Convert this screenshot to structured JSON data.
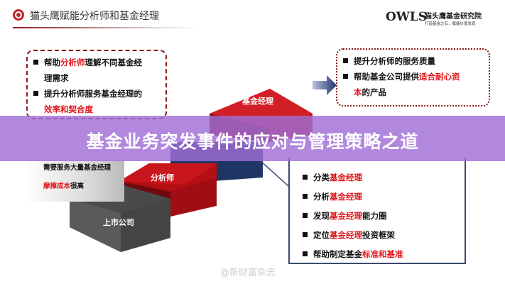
{
  "header": {
    "title": "猫头鹰赋能分析师和基金经理"
  },
  "logo": {
    "mark": "OWLS",
    "name": "猫头鹰基金研究院",
    "slogan": "打造基金之石，赋能价值发现"
  },
  "left_box": {
    "items": [
      [
        {
          "t": "帮助"
        },
        {
          "t": "分析师",
          "red": true
        },
        {
          "t": "理解不同基金经"
        }
      ],
      [
        {
          "t": "理需求"
        }
      ],
      [
        {
          "t": "提升分析师服务基金经理的"
        }
      ],
      [
        {
          "t": "效率和契合度",
          "red": true
        }
      ]
    ]
  },
  "right_box": {
    "items": [
      [
        {
          "t": "提升分析师的服务质量"
        }
      ],
      [
        {
          "t": "帮助基金公司提供"
        },
        {
          "t": "适合耐心资",
          "red": true
        }
      ],
      [
        {
          "t": "本",
          "red": true
        },
        {
          "t": "的产品"
        }
      ]
    ]
  },
  "steps": {
    "top": "基金经理",
    "middle": "分析师",
    "bottom": "上市公司"
  },
  "gray_panel": {
    "line1": "需要服务大量基金经理",
    "line2_red": "摩擦成本",
    "line2": "很高"
  },
  "banner": {
    "title": "基金业务突发事件的应对与管理策略之道"
  },
  "bottom_box": {
    "items": [
      [
        {
          "t": "分类"
        },
        {
          "t": "基金经理",
          "red": true
        }
      ],
      [
        {
          "t": "分析"
        },
        {
          "t": "基金经理",
          "red": true
        }
      ],
      [
        {
          "t": "发现"
        },
        {
          "t": "基金经理",
          "red": true
        },
        {
          "t": "能力圈"
        }
      ],
      [
        {
          "t": "定位"
        },
        {
          "t": "基金经理",
          "red": true
        },
        {
          "t": "投资框架"
        }
      ],
      [
        {
          "t": "帮助制定基金"
        },
        {
          "t": "标准和基准",
          "red": true
        }
      ]
    ]
  },
  "watermark": "@新财富杂志"
}
